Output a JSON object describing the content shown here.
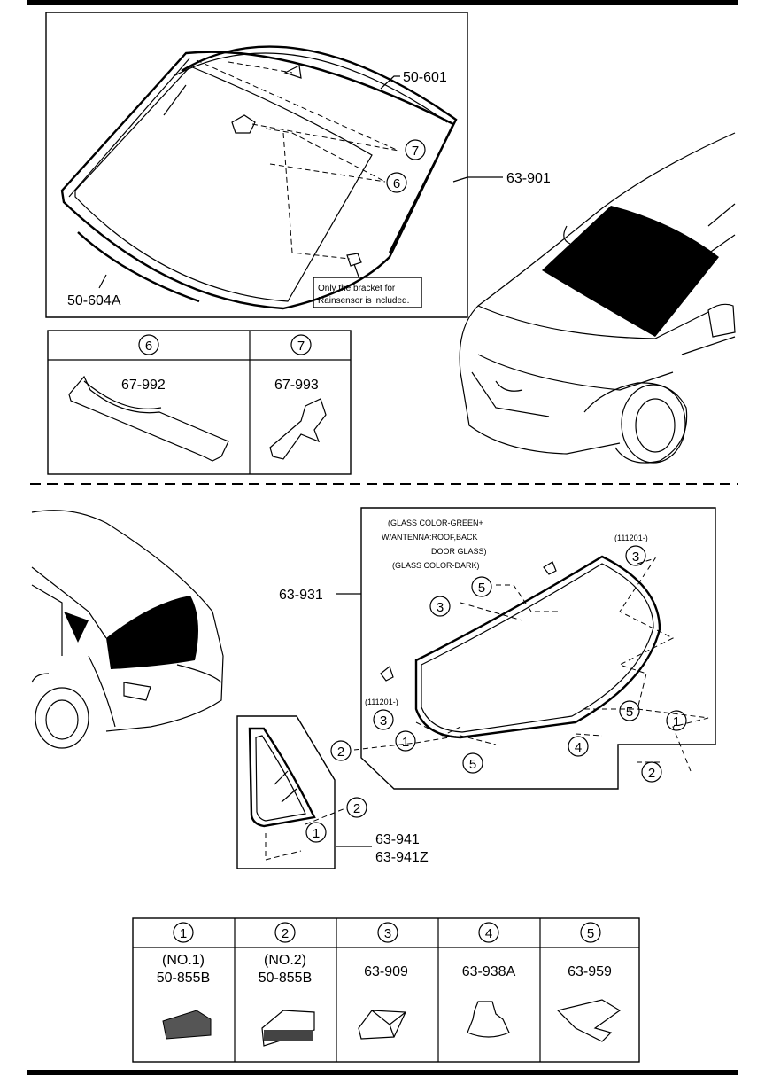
{
  "windshield_section": {
    "part_windshield": "50-601",
    "part_assembly": "63-901",
    "part_molding": "50-604A",
    "callout_bracket": "7",
    "callout_cover": "6",
    "note_line1": "Only the bracket for",
    "note_line2": "Rainsensor is included."
  },
  "windshield_parts_table": {
    "columns": [
      {
        "callout": "6",
        "part": "67-992"
      },
      {
        "callout": "7",
        "part": "67-993"
      }
    ]
  },
  "back_glass_section": {
    "part_back_glass": "63-931",
    "glass_note_line1": "(GLASS COLOR-GREEN+",
    "glass_note_line2": "W/ANTENNA:ROOF,BACK",
    "glass_note_line3": "DOOR GLASS)",
    "glass_note_line4": "(GLASS COLOR-DARK)",
    "date_code_top": "(111201-)",
    "date_code_left": "(111201-)",
    "callouts": [
      "3",
      "5",
      "3",
      "3",
      "1",
      "2",
      "5",
      "4",
      "5",
      "1",
      "2"
    ]
  },
  "quarter_glass_section": {
    "part_line1": "63-941",
    "part_line2": "63-941Z",
    "callout_a": "2",
    "callout_b": "1"
  },
  "fasteners_table": {
    "columns": [
      {
        "callout": "1",
        "sub": "(NO.1)",
        "part": "50-855B"
      },
      {
        "callout": "2",
        "sub": "(NO.2)",
        "part": "50-855B"
      },
      {
        "callout": "3",
        "sub": "",
        "part": "63-909"
      },
      {
        "callout": "4",
        "sub": "",
        "part": "63-938A"
      },
      {
        "callout": "5",
        "sub": "",
        "part": "63-959"
      }
    ]
  }
}
